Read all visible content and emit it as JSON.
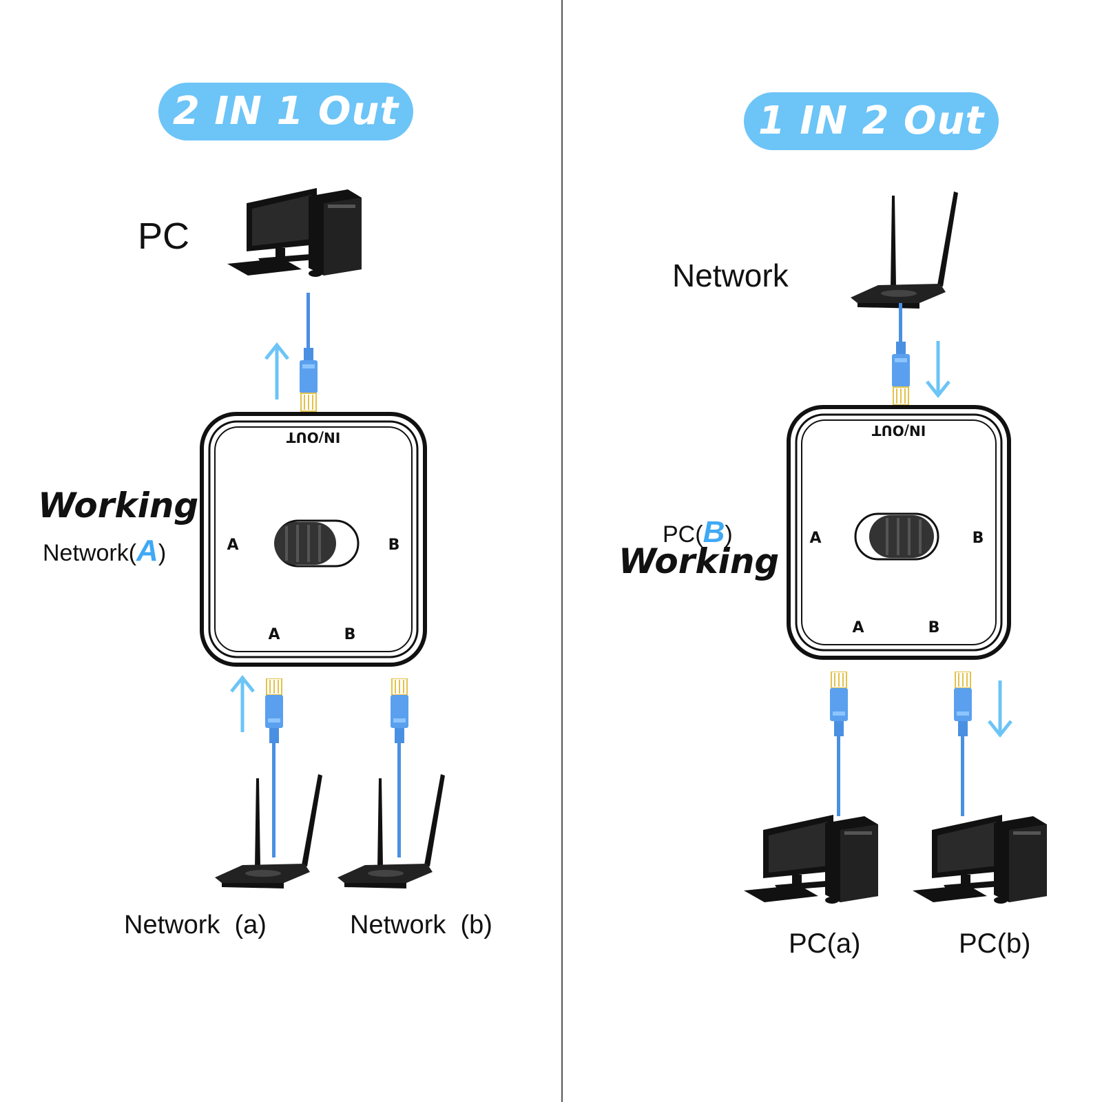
{
  "left": {
    "title": "2 IN 1 Out",
    "pc_label": "PC",
    "working_label": "Working",
    "network_prefix": "Network(",
    "network_letter": "A",
    "network_suffix": ")",
    "device": {
      "top_label": "IN/OUT",
      "side_a": "A",
      "side_b": "B",
      "bottom_a": "A",
      "bottom_b": "B"
    },
    "bottom_labels": [
      "Network  (a)",
      "Network  (b)"
    ]
  },
  "right": {
    "title": "1 IN 2 Out",
    "network_label": "Network",
    "pc_prefix": "PC(",
    "pc_letter": "B",
    "pc_suffix": ")",
    "working_label": "Working",
    "device": {
      "top_label": "IN/OUT",
      "side_a": "A",
      "side_b": "B",
      "bottom_a": "A",
      "bottom_b": "B"
    },
    "bottom_labels": [
      "PC(a)",
      "PC(b)"
    ]
  },
  "colors": {
    "accent": "#6cc4f7",
    "cable": "#4a90e2",
    "arrow": "#6cc4f7",
    "divider": "#555555"
  }
}
